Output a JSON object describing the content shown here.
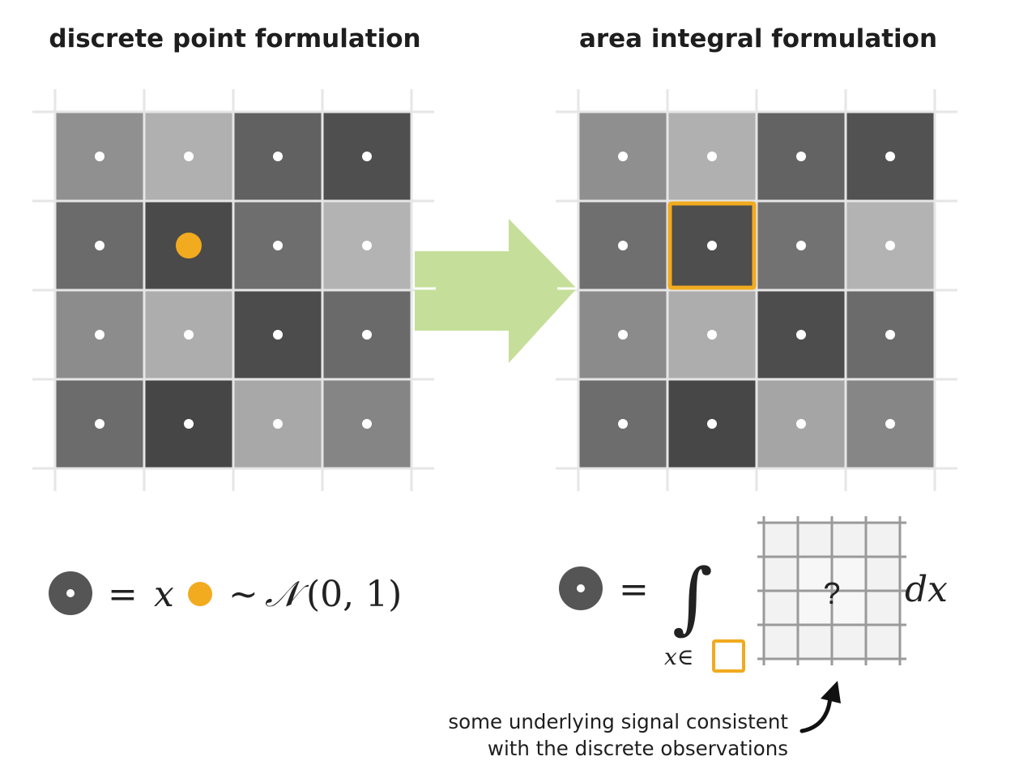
{
  "titles": {
    "left": "discrete point formulation",
    "right": "area integral formulation"
  },
  "grid": {
    "rows": 4,
    "cols": 4,
    "left_shades": [
      [
        "#909090",
        "#b0b0b0",
        "#616161",
        "#4f4f4f"
      ],
      [
        "#6b6b6b",
        "#4a4a4a",
        "#6e6e6e",
        "#b3b3b3"
      ],
      [
        "#8c8c8c",
        "#adadad",
        "#4c4c4c",
        "#6a6a6a"
      ],
      [
        "#6c6c6c",
        "#464646",
        "#a8a8a8",
        "#858585"
      ]
    ],
    "right_shades": [
      [
        "#8f8f8f",
        "#b0b0b0",
        "#636363",
        "#525252"
      ],
      [
        "#6f6f6f",
        "#4e4e4e",
        "#727272",
        "#b3b3b3"
      ],
      [
        "#8b8b8b",
        "#adadad",
        "#4d4d4d",
        "#6b6b6b"
      ],
      [
        "#6d6d6d",
        "#474747",
        "#a5a5a5",
        "#868686"
      ]
    ],
    "left_highlight_cell": {
      "row": 1,
      "col": 1
    },
    "right_highlight_cell": {
      "row": 1,
      "col": 1
    }
  },
  "colors": {
    "accent_orange": "#f2ab1f",
    "arrow_green": "#c5df9a",
    "dark_marker": "#555555"
  },
  "equation_left": {
    "equals": "=",
    "variable": "x",
    "tilde": "~",
    "distribution": "𝒩",
    "params": "(0, 1)"
  },
  "equation_right": {
    "equals": "=",
    "integral": "∫",
    "subscript": "x∈",
    "unknown": "?",
    "differential": "dx"
  },
  "caption": {
    "line1": "some underlying signal consistent",
    "line2": "with the discrete observations"
  }
}
